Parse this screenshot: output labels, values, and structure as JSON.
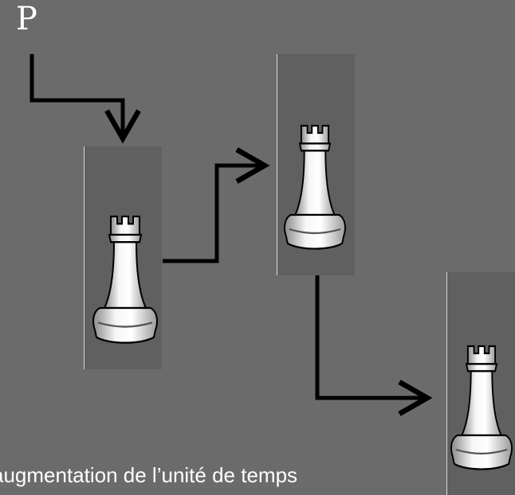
{
  "diagram": {
    "start_label": "P",
    "caption": "augmentation de l’unité de temps",
    "steps": [
      {
        "name": "step-1",
        "piece_icon": "rook-icon"
      },
      {
        "name": "step-2",
        "piece_icon": "rook-icon"
      },
      {
        "name": "step-3",
        "piece_icon": "rook-icon"
      }
    ],
    "colors": {
      "background": "#6b6b6b",
      "cell": "#606060",
      "arrow": "#000000",
      "text": "#ffffff"
    }
  }
}
